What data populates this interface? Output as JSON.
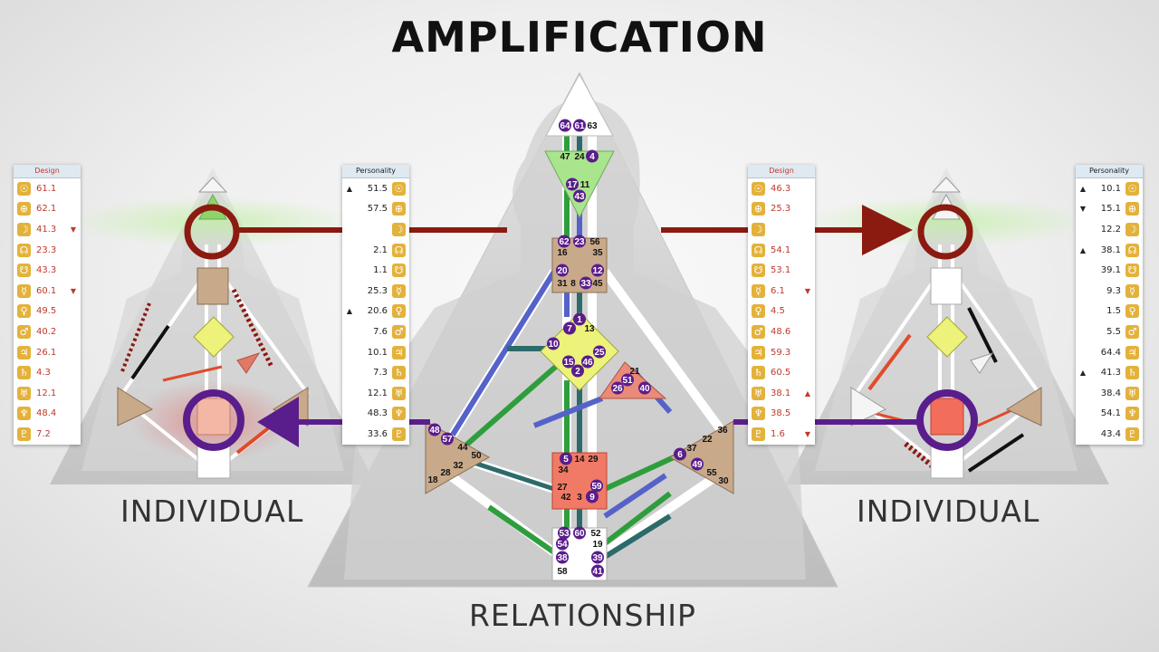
{
  "title": "AMPLIFICATION",
  "captions": {
    "left": "INDIVIDUAL",
    "right": "INDIVIDUAL",
    "center": "RELATIONSHIP"
  },
  "colors": {
    "red": "#8b1a10",
    "purple": "#5a1d8c",
    "green": "#2e9e3c",
    "blue": "#5562c9",
    "teal": "#2d6a6a"
  },
  "left_design": {
    "header": "Design",
    "rows": [
      {
        "icon": "sun-icon",
        "glyph": "☉",
        "value": "61.1",
        "mark": ""
      },
      {
        "icon": "earth-icon",
        "glyph": "⊕",
        "value": "62.1",
        "mark": ""
      },
      {
        "icon": "moon-icon",
        "glyph": "☽",
        "value": "41.3",
        "mark": "▼"
      },
      {
        "icon": "north-node-icon",
        "glyph": "☊",
        "value": "23.3",
        "mark": ""
      },
      {
        "icon": "south-node-icon",
        "glyph": "☋",
        "value": "43.3",
        "mark": ""
      },
      {
        "icon": "mercury-icon",
        "glyph": "☿",
        "value": "60.1",
        "mark": "▼"
      },
      {
        "icon": "venus-icon",
        "glyph": "♀",
        "value": "49.5",
        "mark": ""
      },
      {
        "icon": "mars-icon",
        "glyph": "♂",
        "value": "40.2",
        "mark": ""
      },
      {
        "icon": "jupiter-icon",
        "glyph": "♃",
        "value": "26.1",
        "mark": ""
      },
      {
        "icon": "saturn-icon",
        "glyph": "♄",
        "value": "4.3",
        "mark": ""
      },
      {
        "icon": "uranus-icon",
        "glyph": "♅",
        "value": "12.1",
        "mark": ""
      },
      {
        "icon": "neptune-icon",
        "glyph": "♆",
        "value": "48.4",
        "mark": ""
      },
      {
        "icon": "pluto-icon",
        "glyph": "♇",
        "value": "7.2",
        "mark": ""
      }
    ]
  },
  "left_personality": {
    "header": "Personality",
    "rows": [
      {
        "icon": "sun-icon",
        "glyph": "☉",
        "value": "51.5",
        "mark": "▲"
      },
      {
        "icon": "earth-icon",
        "glyph": "⊕",
        "value": "57.5",
        "mark": ""
      },
      {
        "icon": "moon-icon",
        "glyph": "☽",
        "value": "",
        "mark": ""
      },
      {
        "icon": "north-node-icon",
        "glyph": "☊",
        "value": "2.1",
        "mark": ""
      },
      {
        "icon": "south-node-icon",
        "glyph": "☋",
        "value": "1.1",
        "mark": ""
      },
      {
        "icon": "mercury-icon",
        "glyph": "☿",
        "value": "25.3",
        "mark": ""
      },
      {
        "icon": "venus-icon",
        "glyph": "♀",
        "value": "20.6",
        "mark": "▲"
      },
      {
        "icon": "mars-icon",
        "glyph": "♂",
        "value": "7.6",
        "mark": ""
      },
      {
        "icon": "jupiter-icon",
        "glyph": "♃",
        "value": "10.1",
        "mark": ""
      },
      {
        "icon": "saturn-icon",
        "glyph": "♄",
        "value": "7.3",
        "mark": ""
      },
      {
        "icon": "uranus-icon",
        "glyph": "♅",
        "value": "12.1",
        "mark": ""
      },
      {
        "icon": "neptune-icon",
        "glyph": "♆",
        "value": "48.3",
        "mark": ""
      },
      {
        "icon": "pluto-icon",
        "glyph": "♇",
        "value": "33.6",
        "mark": ""
      }
    ]
  },
  "right_design": {
    "header": "Design",
    "rows": [
      {
        "icon": "sun-icon",
        "glyph": "☉",
        "value": "46.3",
        "mark": ""
      },
      {
        "icon": "earth-icon",
        "glyph": "⊕",
        "value": "25.3",
        "mark": ""
      },
      {
        "icon": "moon-icon",
        "glyph": "☽",
        "value": "",
        "mark": ""
      },
      {
        "icon": "north-node-icon",
        "glyph": "☊",
        "value": "54.1",
        "mark": ""
      },
      {
        "icon": "south-node-icon",
        "glyph": "☋",
        "value": "53.1",
        "mark": ""
      },
      {
        "icon": "mercury-icon",
        "glyph": "☿",
        "value": "6.1",
        "mark": "▼"
      },
      {
        "icon": "venus-icon",
        "glyph": "♀",
        "value": "4.5",
        "mark": ""
      },
      {
        "icon": "mars-icon",
        "glyph": "♂",
        "value": "48.6",
        "mark": ""
      },
      {
        "icon": "jupiter-icon",
        "glyph": "♃",
        "value": "59.3",
        "mark": ""
      },
      {
        "icon": "saturn-icon",
        "glyph": "♄",
        "value": "60.5",
        "mark": ""
      },
      {
        "icon": "uranus-icon",
        "glyph": "♅",
        "value": "38.1",
        "mark": "▲"
      },
      {
        "icon": "neptune-icon",
        "glyph": "♆",
        "value": "38.5",
        "mark": ""
      },
      {
        "icon": "pluto-icon",
        "glyph": "♇",
        "value": "1.6",
        "mark": "▼"
      }
    ]
  },
  "right_personality": {
    "header": "Personality",
    "rows": [
      {
        "icon": "sun-icon",
        "glyph": "☉",
        "value": "10.1",
        "mark": "▲"
      },
      {
        "icon": "earth-icon",
        "glyph": "⊕",
        "value": "15.1",
        "mark": "▼"
      },
      {
        "icon": "moon-icon",
        "glyph": "☽",
        "value": "12.2",
        "mark": ""
      },
      {
        "icon": "north-node-icon",
        "glyph": "☊",
        "value": "38.1",
        "mark": "▲"
      },
      {
        "icon": "south-node-icon",
        "glyph": "☋",
        "value": "39.1",
        "mark": ""
      },
      {
        "icon": "mercury-icon",
        "glyph": "☿",
        "value": "9.3",
        "mark": ""
      },
      {
        "icon": "venus-icon",
        "glyph": "♀",
        "value": "1.5",
        "mark": ""
      },
      {
        "icon": "mars-icon",
        "glyph": "♂",
        "value": "5.5",
        "mark": ""
      },
      {
        "icon": "jupiter-icon",
        "glyph": "♃",
        "value": "64.4",
        "mark": ""
      },
      {
        "icon": "saturn-icon",
        "glyph": "♄",
        "value": "41.3",
        "mark": "▲"
      },
      {
        "icon": "uranus-icon",
        "glyph": "♅",
        "value": "38.4",
        "mark": ""
      },
      {
        "icon": "neptune-icon",
        "glyph": "♆",
        "value": "54.1",
        "mark": ""
      },
      {
        "icon": "pluto-icon",
        "glyph": "♇",
        "value": "43.4",
        "mark": ""
      }
    ]
  },
  "center_gates": {
    "head": [
      "64",
      "61",
      "63"
    ],
    "ajna": [
      "47",
      "24",
      "4",
      "17",
      "11",
      "43"
    ],
    "throat": [
      "62",
      "23",
      "56",
      "16",
      "35",
      "20",
      "12",
      "31",
      "8",
      "33",
      "45"
    ],
    "g": [
      "1",
      "7",
      "13",
      "10",
      "25",
      "15",
      "46",
      "2"
    ],
    "ego": [
      "21",
      "51",
      "26",
      "40"
    ],
    "spleen": [
      "48",
      "57",
      "44",
      "50",
      "32",
      "28",
      "18"
    ],
    "solar": [
      "36",
      "22",
      "37",
      "6",
      "49",
      "55",
      "30"
    ],
    "sacral": [
      "5",
      "14",
      "29",
      "34",
      "27",
      "59",
      "42",
      "3",
      "9"
    ],
    "root": [
      "53",
      "60",
      "52",
      "54",
      "19",
      "38",
      "39",
      "58",
      "41"
    ]
  }
}
